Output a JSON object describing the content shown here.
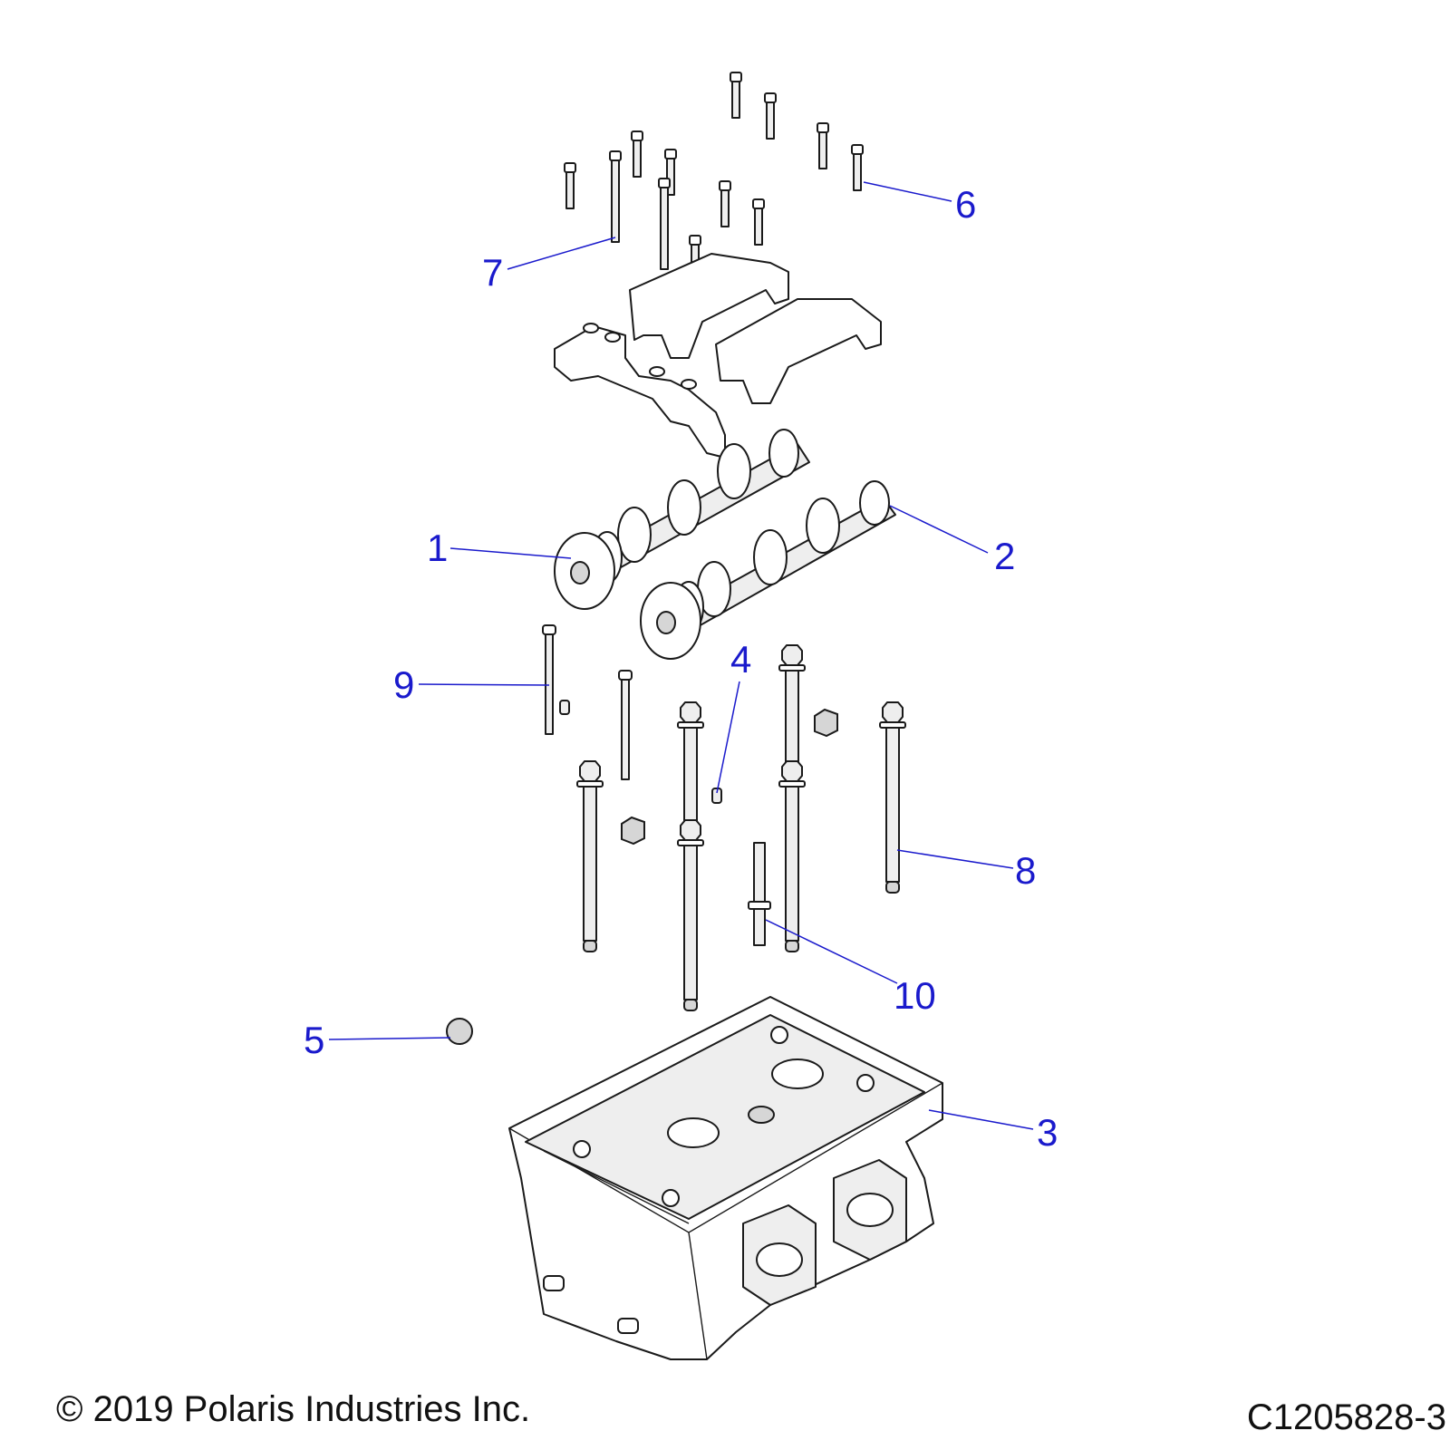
{
  "callouts": [
    {
      "label": "1",
      "part": "camshaft-intake"
    },
    {
      "label": "2",
      "part": "camshaft-exhaust"
    },
    {
      "label": "3",
      "part": "cylinder-head"
    },
    {
      "label": "4",
      "part": "dowel-pin"
    },
    {
      "label": "5",
      "part": "plug"
    },
    {
      "label": "6",
      "part": "cap-bolt-short"
    },
    {
      "label": "7",
      "part": "cap-bolt-long"
    },
    {
      "label": "8",
      "part": "head-bolt"
    },
    {
      "label": "9",
      "part": "head-bolt-small"
    },
    {
      "label": "10",
      "part": "stud"
    }
  ],
  "footer": {
    "copyright": "© 2019 Polaris Industries Inc.",
    "drawing_number": "C1205828-3"
  },
  "colors": {
    "callout": "#1a1acc",
    "line": "#1a1a1a"
  }
}
